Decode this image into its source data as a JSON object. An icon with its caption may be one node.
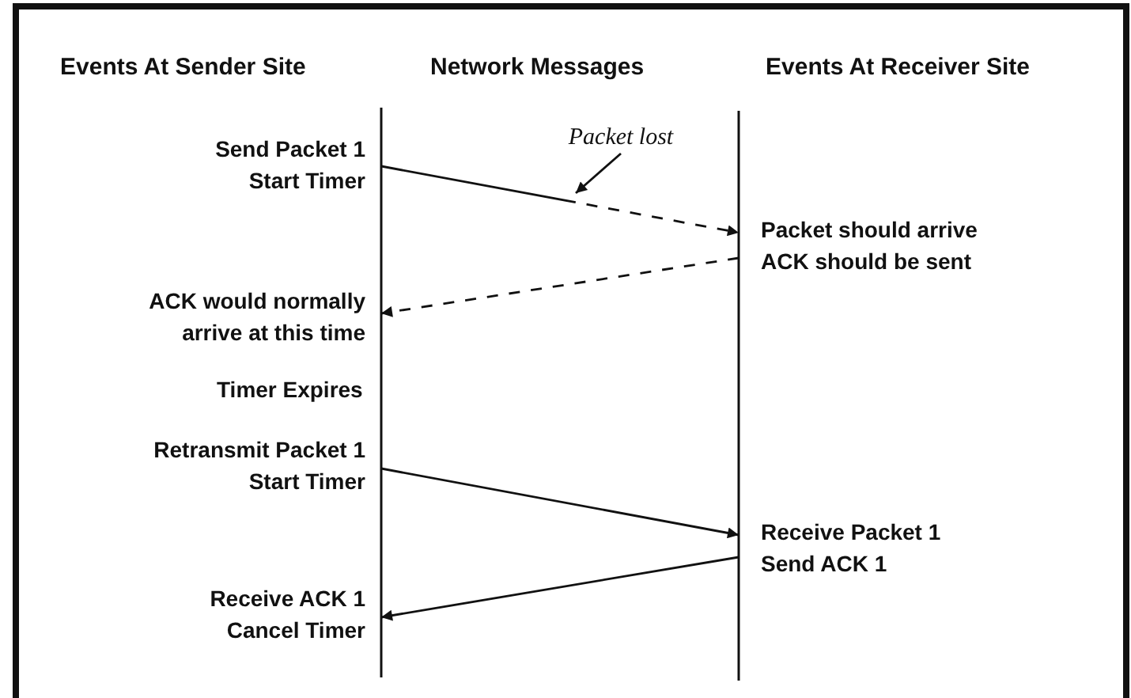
{
  "diagram": {
    "nodes": [
      {
        "text": [
          "Send Packet 1 Start Timer"
        ]
      },
      {
        "text": [
          "Packet lost"
        ]
      },
      {
        "text": [
          "Packet should arrive ACK should be sent"
        ]
      },
      {
        "text": [
          "ACK would normally arrive at this time"
        ]
      },
      {
        "text": [
          "Retransmit Packet 1 Start Timer"
        ]
      },
      {
        "text": [
          "Receive Packet 1 Send ACK 1"
        ]
      },
      {
        "text": [
          "Receive ACK 1 Cancel Timer"
        ]
      }
    ],
    "edges": [
      {
        "from": 0,
        "to": 2,
        "arrow": "to",
        "style": "dashed"
      },
      {
        "from": 1,
        "to": null,
        "arrow": "to"
      },
      {
        "from": 2,
        "to": 3,
        "arrow": "to",
        "style": "dashed"
      },
      {
        "from": 4,
        "to": 5,
        "arrow": "to"
      },
      {
        "from": 5,
        "to": 6,
        "arrow": "to"
      }
    ],
    "labels": [
      "Events At Sender Site",
      "Network Messages",
      "Events At Receiver Site",
      "Timer Expires"
    ]
  }
}
